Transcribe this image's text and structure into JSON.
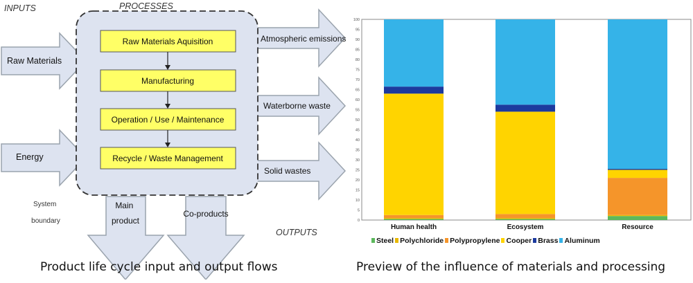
{
  "left_diagram": {
    "inputs_label": "INPUTS",
    "processes_label": "PROCESSES",
    "outputs_label": "OUTPUTS",
    "inputs": [
      "Raw Materials",
      "Energy"
    ],
    "processes": [
      "Raw Materials Aquisition",
      "Manufacturing",
      "Operation / Use / Maintenance",
      "Recycle / Waste Management"
    ],
    "outputs": [
      "Atmospheric emissions",
      "Waterborne waste",
      "Solid wastes"
    ],
    "bottom_outputs": [
      "Main product",
      "Co-products"
    ],
    "boundary_label": "System boundary",
    "caption": "Product life cycle input and output flows",
    "colors": {
      "process_fill": "#ffff66",
      "boundary_fill": "#dde3f0",
      "arrow_fill": "#dde3f0",
      "arrow_stroke": "#9aa3ad"
    }
  },
  "chart_data": {
    "type": "bar",
    "stacked": true,
    "categories": [
      "Human health",
      "Ecosystem",
      "Resource"
    ],
    "series": [
      {
        "name": "Steel",
        "color": "#5cb85c",
        "values": [
          0.5,
          0.5,
          2
        ]
      },
      {
        "name": "Polychloride",
        "color": "#e8b800",
        "values": [
          0.5,
          0.5,
          0.5
        ]
      },
      {
        "name": "Polypropylene",
        "color": "#f5952a",
        "values": [
          1.5,
          2,
          18.5
        ]
      },
      {
        "name": "Cooper",
        "color": "#ffd400",
        "values": [
          60.5,
          51,
          4
        ]
      },
      {
        "name": "Brass",
        "color": "#1c3a9e",
        "values": [
          3.5,
          3.5,
          0.5
        ]
      },
      {
        "name": "Aluminum",
        "color": "#35b3e8",
        "values": [
          33.5,
          42.5,
          74.5
        ]
      }
    ],
    "ylim": [
      0,
      100
    ],
    "yticks": [
      "0",
      "5",
      "10",
      "15",
      "20",
      "25",
      "30",
      "35",
      "40",
      "45",
      "50",
      "55",
      "60",
      "65",
      "70",
      "75",
      "80",
      "85",
      "90",
      "95",
      "100"
    ],
    "legend_position": "bottom",
    "grid": false,
    "caption": "Preview of the influence of materials and processing"
  }
}
